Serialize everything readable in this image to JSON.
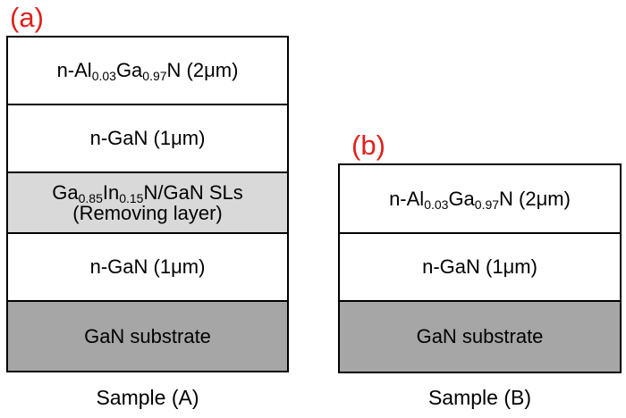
{
  "sample_a": {
    "tag": "(a)",
    "caption": "Sample (A)",
    "layers": [
      {
        "id": "algan",
        "parts": [
          {
            "t": "n-Al"
          },
          {
            "t": "0.03",
            "sub": true
          },
          {
            "t": "Ga"
          },
          {
            "t": "0.97",
            "sub": true
          },
          {
            "t": "N  (2μm)"
          }
        ],
        "fill": "#ffffff"
      },
      {
        "id": "gan-upper",
        "parts": [
          {
            "t": "n-GaN (1μm)"
          }
        ],
        "fill": "#ffffff"
      },
      {
        "id": "sls",
        "parts": [
          {
            "t": "Ga"
          },
          {
            "t": "0.85",
            "sub": true
          },
          {
            "t": "In"
          },
          {
            "t": "0.15",
            "sub": true
          },
          {
            "t": "N/GaN SLs"
          }
        ],
        "line2": "(Removing layer)",
        "fill": "#d9d9d9"
      },
      {
        "id": "gan-lower",
        "parts": [
          {
            "t": "n-GaN (1μm)"
          }
        ],
        "fill": "#ffffff"
      },
      {
        "id": "substrate",
        "parts": [
          {
            "t": "GaN substrate"
          }
        ],
        "fill": "#a6a6a6"
      }
    ]
  },
  "sample_b": {
    "tag": "(b)",
    "caption": "Sample (B)",
    "layers": [
      {
        "id": "algan",
        "parts": [
          {
            "t": "n-Al"
          },
          {
            "t": "0.03",
            "sub": true
          },
          {
            "t": "Ga"
          },
          {
            "t": "0.97",
            "sub": true
          },
          {
            "t": "N (2μm)"
          }
        ],
        "fill": "#ffffff"
      },
      {
        "id": "gan",
        "parts": [
          {
            "t": "n-GaN (1μm)"
          }
        ],
        "fill": "#ffffff"
      },
      {
        "id": "substrate",
        "parts": [
          {
            "t": "GaN substrate"
          }
        ],
        "fill": "#a6a6a6"
      }
    ]
  },
  "colors": {
    "tag": "#e0201b",
    "border": "#000000"
  }
}
